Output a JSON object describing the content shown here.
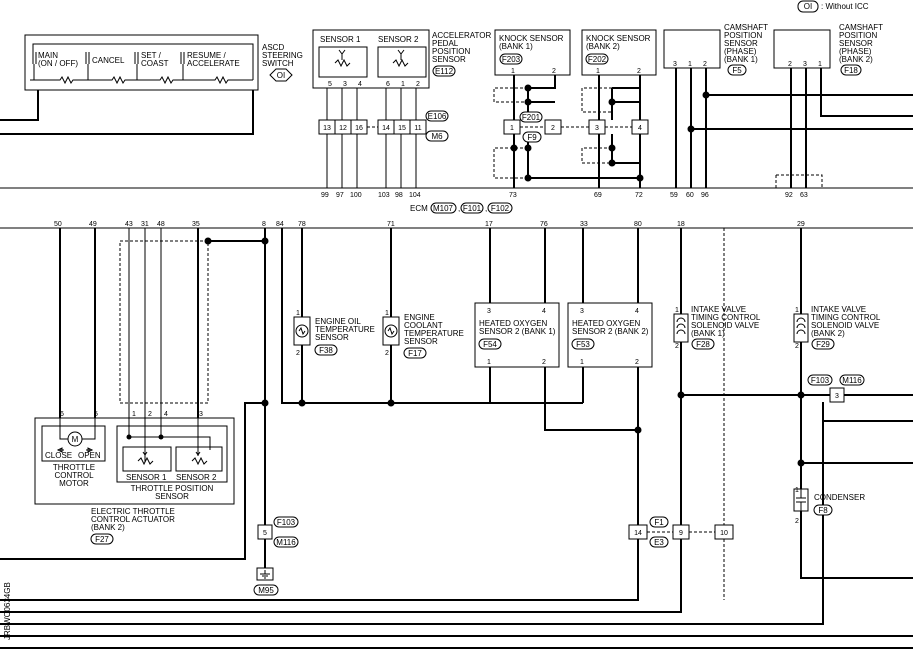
{
  "legend": {
    "oi_tag": "OI",
    "text": ": Without ICC"
  },
  "ascd": {
    "buttons": [
      "MAIN (ON / OFF)",
      "CANCEL",
      "SET / COAST",
      "RESUME / ACCELERATE"
    ],
    "title": [
      "ASCD",
      "STEERING",
      "SWITCH"
    ],
    "tag": "OI"
  },
  "accel_pedal": {
    "sensor1": "SENSOR 1",
    "sensor2": "SENSOR 2",
    "title": [
      "ACCELERATOR",
      "PEDAL",
      "POSITION",
      "SENSOR"
    ],
    "connector": "E112",
    "pins_s1": [
      "5",
      "3",
      "4"
    ],
    "pins_s2": [
      "6",
      "1",
      "2"
    ],
    "conn_pins": [
      "13",
      "12",
      "16",
      "14",
      "15",
      "11"
    ],
    "conn_ids": [
      "E106",
      "M6"
    ],
    "ecm_pins": [
      "99",
      "97",
      "100",
      "103",
      "98",
      "104"
    ]
  },
  "knock1": {
    "title": [
      "KNOCK SENSOR",
      "(BANK 1)"
    ],
    "connector": "F203",
    "pins": [
      "1",
      "2"
    ]
  },
  "knock2": {
    "title": [
      "KNOCK SENSOR",
      "(BANK 2)"
    ],
    "connector": "F202",
    "pins": [
      "1",
      "2"
    ]
  },
  "knock_joint": {
    "pins": [
      "1",
      "2",
      "3",
      "4"
    ],
    "ids": [
      "F201",
      "F9"
    ],
    "ecm_pins": [
      "73",
      "69",
      "72"
    ]
  },
  "cam1": {
    "title": [
      "CAMSHAFT",
      "POSITION",
      "SENSOR",
      "(PHASE)",
      "(BANK 1)"
    ],
    "connector": "F5",
    "pins": [
      "3",
      "1",
      "2"
    ],
    "ecm_pins": [
      "59",
      "60",
      "96"
    ]
  },
  "cam2": {
    "title": [
      "CAMSHAFT",
      "POSITION",
      "SENSOR",
      "(PHASE)",
      "(BANK 2)"
    ],
    "connector": "F18",
    "pins": [
      "2",
      "3",
      "1"
    ],
    "ecm_pins": [
      "92",
      "63"
    ]
  },
  "ecm": {
    "label": "ECM",
    "connectors": [
      "M107",
      "F101",
      "F102"
    ]
  },
  "ecm_bottom_pins": [
    "50",
    "49",
    "43",
    "31",
    "48",
    "35",
    "8",
    "84",
    "78",
    "71",
    "17",
    "76",
    "33",
    "80",
    "18",
    "29"
  ],
  "oil_temp": {
    "title": [
      "ENGINE OIL",
      "TEMPERATURE",
      "SENSOR"
    ],
    "connector": "F38",
    "pins": [
      "1",
      "2"
    ]
  },
  "coolant_temp": {
    "title": [
      "ENGINE",
      "COOLANT",
      "TEMPERATURE",
      "SENSOR"
    ],
    "connector": "F17",
    "pins": [
      "1",
      "2"
    ]
  },
  "ho2s_b1": {
    "title": [
      "HEATED OXYGEN",
      "SENSOR 2 (BANK 1)"
    ],
    "connector": "F54",
    "pins": [
      "3",
      "4",
      "1",
      "2"
    ]
  },
  "ho2s_b2": {
    "title": [
      "HEATED OXYGEN",
      "SENSOR 2 (BANK 2)"
    ],
    "connector": "F53",
    "pins": [
      "3",
      "4",
      "1",
      "2"
    ]
  },
  "ivt1": {
    "title": [
      "INTAKE VALVE",
      "TIMING CONTROL",
      "SOLENOID VALVE",
      "(BANK 1)"
    ],
    "connector": "F28",
    "pins": [
      "1",
      "2"
    ]
  },
  "ivt2": {
    "title": [
      "INTAKE VALVE",
      "TIMING CONTROL",
      "SOLENOID VALVE",
      "(BANK 2)"
    ],
    "connector": "F29",
    "pins": [
      "1",
      "2"
    ]
  },
  "condenser": {
    "title": "CONDENSER",
    "connector": "F8",
    "pins": [
      "1",
      "2"
    ]
  },
  "throttle": {
    "motor_pins": [
      "6",
      "5"
    ],
    "motor_label": "M",
    "close": "CLOSE",
    "open": "OPEN",
    "motor_title": [
      "THROTTLE",
      "CONTROL",
      "MOTOR"
    ],
    "tps_pins": [
      "1",
      "2",
      "4",
      "3"
    ],
    "tps_s1": "SENSOR 1",
    "tps_s2": "SENSOR 2",
    "tps_title": [
      "THROTTLE POSITION",
      "SENSOR"
    ],
    "actuator_title": [
      "ELECTRIC THROTTLE",
      "CONTROL ACTUATOR",
      "(BANK 2)"
    ],
    "connector": "F27"
  },
  "ground_joint": {
    "pin": "5",
    "ids": [
      "F103",
      "M116"
    ],
    "ground": "M95"
  },
  "right_joint": {
    "pin": "3",
    "ids": [
      "F103",
      "M116"
    ]
  },
  "f1_joint": {
    "pins": [
      "14",
      "9",
      "10"
    ],
    "ids": [
      "F1",
      "E3"
    ]
  },
  "side_code": "JRBWC0634GB"
}
